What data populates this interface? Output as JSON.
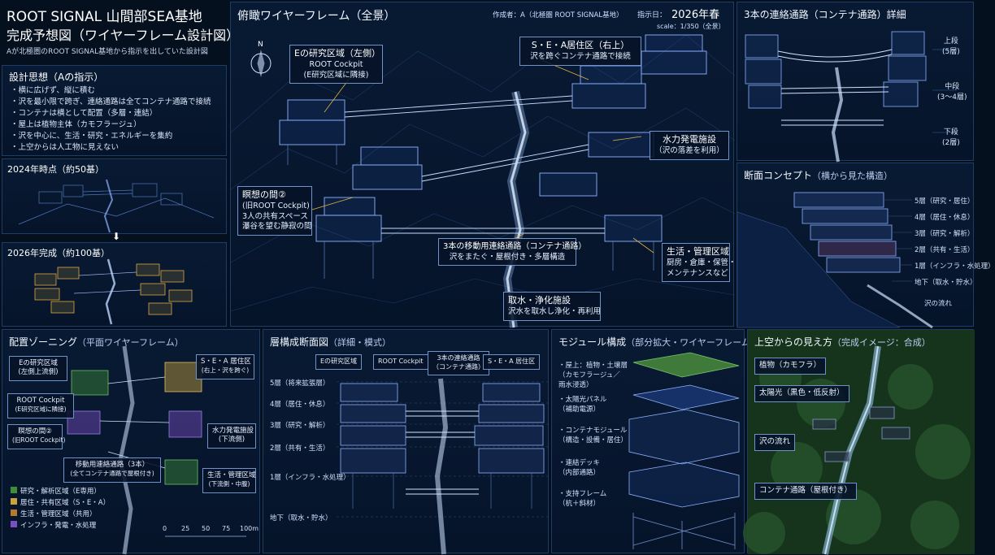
{
  "header": {
    "title1": "ROOT SIGNAL 山間部SEA基地",
    "title2": "完成予想図（ワイヤーフレーム設計図）",
    "subtitle": "Aが北極圏のROOT SIGNAL基地から指示を出していた設計図"
  },
  "concept": {
    "title": "設計思想（Aの指示）",
    "items": [
      "・横に広げず、縦に積む",
      "・沢を最小限で跨ぎ、連絡通路は全てコンテナ通路で接続",
      "・コンテナは横として配置（多層・連結）",
      "・屋上は植物主体（カモフラージュ）",
      "・沢を中心に、生活・研究・エネルギーを集約",
      "・上空からは人工物に見えない"
    ]
  },
  "timeline": {
    "y2024": "2024年時点（約50基）",
    "y2026": "2026年完成（約100基）",
    "arrow": "⬇"
  },
  "main": {
    "title": "俯瞰ワイヤーフレーム（全景）",
    "author": "作成者：A（北極圏 ROOT SIGNAL基地）",
    "date_label": "指示日：",
    "date": "2026年春",
    "scale": "scale：1/350（全景）",
    "compass": "N",
    "callouts": {
      "e_title": "Eの研究区域（左側）",
      "e_body": "ROOT Cockpit\n(E研究区域に隣接)",
      "sea_title": "S・E・A居住区（右上）",
      "sea_body": "沢を跨ぐコンテナ通路で接続",
      "hydro_title": "水力発電施設",
      "hydro_body": "（沢の落差を利用）",
      "med_title": "瞑想の間②",
      "med_body": "(旧ROOT Cockpit)\n3人の共有スペース\n瀑谷を望む静寂の間",
      "corr_title": "3本の移動用連絡通路（コンテナ通路）",
      "corr_body": "沢をまたぐ・屋根付き・多層構造",
      "life_title": "生活・管理区域",
      "life_body": "厨房・倉庫・保管・\nメンテナンスなど",
      "water_title": "取水・浄化施設",
      "water_body": "沢水を取水し浄化・再利用"
    }
  },
  "corridors": {
    "title": "3本の連絡通路（コンテナ通路）詳細",
    "upper": "上段\n(5層)",
    "middle": "中段\n(3〜4層)",
    "lower": "下段\n(2層)"
  },
  "section_concept": {
    "title": "断面コンセプト",
    "subtitle": "（横から見た構造）",
    "floors": [
      "5層（研究・居住）",
      "4層（居住・休息）",
      "3層（研究・解析）",
      "2層（共有・生活）",
      "1層（インフラ・水処理）",
      "地下（取水・貯水）"
    ],
    "stream": "沢の流れ"
  },
  "zoning": {
    "title": "配置ゾーニング",
    "subtitle": "（平面ワイヤーフレーム）",
    "e_title": "Eの研究区域",
    "e_body": "(左側上流側)",
    "cockpit_title": "ROOT Cockpit",
    "cockpit_body": "(E研究区域に隣接)",
    "med_title": "瞑想の間②",
    "med_body": "(旧ROOT Cockpit)",
    "sea_title": "S・E・A 居住区",
    "sea_body": "(右上・沢を跨ぐ)",
    "hydro_title": "水力発電施設",
    "hydro_body": "(下流側)",
    "corr_title": "移動用連絡通路（3本）",
    "corr_body": "(全てコンテナ通路で屋根付き)",
    "life_title": "生活・管理区域",
    "life_body": "(下流側・中腹)",
    "legend": [
      {
        "label": "研究・解析区域（E専用）",
        "color": "#3f8c3a"
      },
      {
        "label": "居住・共有区域（S・E・A）",
        "color": "#c9a23a"
      },
      {
        "label": "生活・管理区域（共用）",
        "color": "#b57a2e"
      },
      {
        "label": "インフラ・発電・水処理",
        "color": "#7a4fc4"
      }
    ],
    "scale_ticks": [
      "0",
      "25",
      "50",
      "75",
      "100m"
    ]
  },
  "layer_section": {
    "title": "層構成断面図",
    "subtitle": "（詳細・模式）",
    "heads": [
      "Eの研究区域",
      "ROOT Cockpit",
      "3本の連絡通路\n（コンテナ通路）",
      "S・E・A 居住区"
    ],
    "floors": [
      "5層（将来拡張層）",
      "4層（居住・休息）",
      "3層（研究・解析）",
      "2層（共有・生活）",
      "1層（インフラ・水処理）",
      "地下（取水・貯水）"
    ]
  },
  "module": {
    "title": "モジュール構成",
    "subtitle": "（部分拡大・ワイヤーフレーム）",
    "items": [
      "・屋上：植物・土壌層\n（カモフラージュ／\n雨水浸透）",
      "・太陽光パネル\n（補助電源）",
      "・コンテナモジュール\n（構造・設備・居住）",
      "・連結デッキ\n（内部通路）",
      "・支持フレーム\n（杭＋斜材）"
    ]
  },
  "aerial": {
    "title": "上空からの見え方",
    "subtitle": "（完成イメージ：合成）",
    "labels": [
      "植物（カモフラ）",
      "太陽光（黒色・低反射）",
      "沢の流れ",
      "コンテナ通路（屋根付き）"
    ]
  },
  "colors": {
    "accent": "#4f8cff",
    "panel_border": "#1d3d66",
    "bg": "#05101f"
  }
}
